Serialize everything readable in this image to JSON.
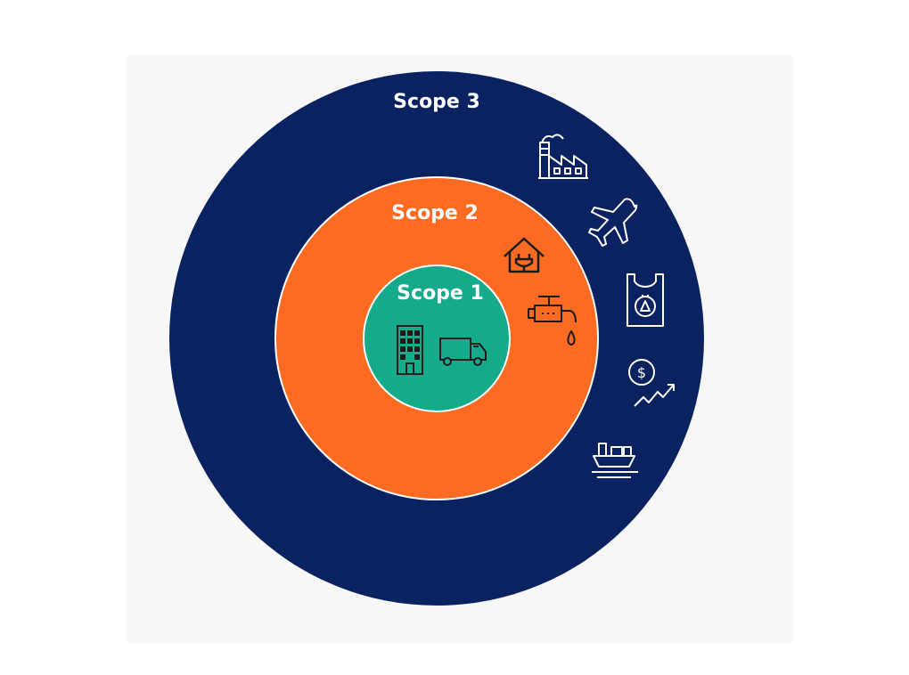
{
  "colors": {
    "scope1": "#14aa8a",
    "scope2": "#fc6b21",
    "scope3": "#0b2260",
    "background": "#f7f7f7",
    "ring_stroke": "#ffffff"
  },
  "scopes": [
    {
      "label": "Scope 1",
      "icons": [
        "office-building-icon",
        "delivery-truck-icon"
      ]
    },
    {
      "label": "Scope 2",
      "icons": [
        "house-plug-icon",
        "fuel-tap-icon"
      ]
    },
    {
      "label": "Scope 3",
      "icons": [
        "factory-icon",
        "airplane-icon",
        "recycle-bag-icon",
        "dollar-growth-icon",
        "cargo-ship-icon"
      ]
    }
  ]
}
